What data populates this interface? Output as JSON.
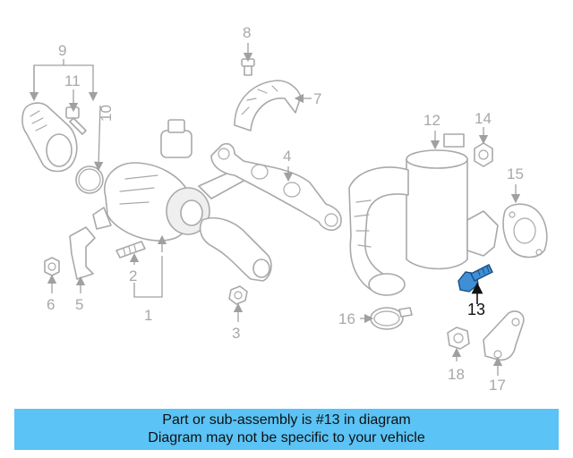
{
  "callouts": {
    "c1": "1",
    "c2": "2",
    "c3": "3",
    "c4": "4",
    "c5": "5",
    "c6": "6",
    "c7": "7",
    "c8": "8",
    "c9": "9",
    "c10": "10",
    "c11": "11",
    "c12": "12",
    "c13": "13",
    "c14": "14",
    "c15": "15",
    "c16": "16",
    "c17": "17",
    "c18": "18"
  },
  "highlight": {
    "part": "13",
    "color": "#3f8fd6"
  },
  "banner": {
    "line1": "Part or sub-assembly is #13 in diagram",
    "line2": "Diagram may not be specific to your vehicle",
    "background": "#5bc3f5"
  }
}
